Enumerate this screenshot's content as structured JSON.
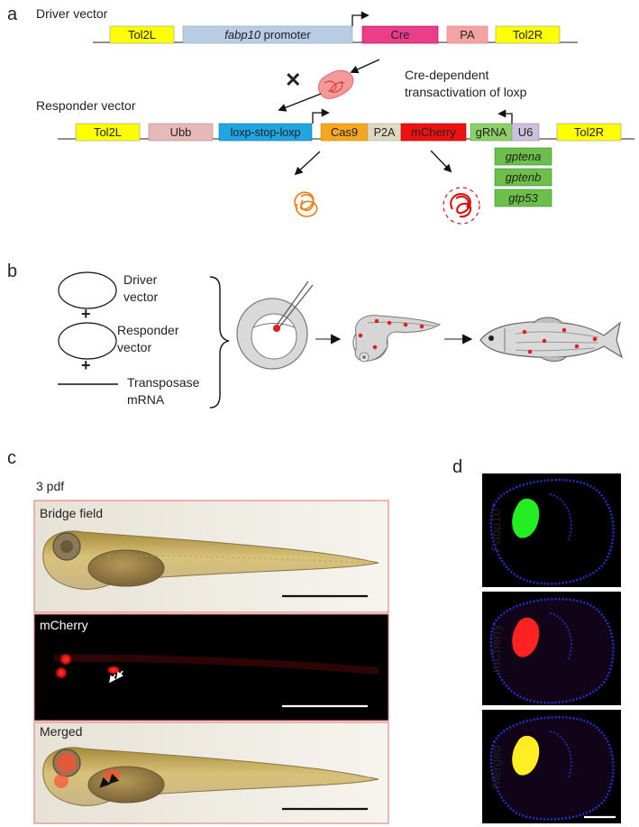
{
  "panels": {
    "a": {
      "letter": "a",
      "driver_title": "Driver vector",
      "responder_title": "Responder vector",
      "cross_symbol": "✕",
      "annotation_line1": "Cre-dependent",
      "annotation_line2": "transactivation of loxp",
      "driver_boxes": {
        "tol2l": "Tol2L",
        "promoter_italic": "fabp10",
        "promoter_rest": " promoter",
        "cre": "Cre",
        "pa": "PA",
        "tol2r": "Tol2R"
      },
      "responder_boxes": {
        "tol2l": "Tol2L",
        "ubb": "Ubb",
        "loxp": "loxp-stop-loxp",
        "cas9": "Cas9",
        "p2a": "P2A",
        "mcherry": "mCherry",
        "grna": "gRNA",
        "u6": "U6",
        "tol2r": "Tol2R"
      },
      "grna_targets": [
        "gptena",
        "gptenb",
        "gtp53"
      ],
      "colors": {
        "tol2": "#ffff00",
        "promoter": "#b8cce4",
        "cre": "#e83e8c",
        "pa": "#f4a3a3",
        "ubb": "#e6b8b7",
        "loxp": "#1fa6e0",
        "cas9": "#f5a623",
        "p2a": "#ddd9c3",
        "mcherry": "#ee1111",
        "grna": "#8fcf6a",
        "u6": "#ccc0da",
        "target": "#6cc04a"
      }
    },
    "b": {
      "letter": "b",
      "driver_line1": "Driver",
      "driver_line2": "vector",
      "responder_line1": "Responder",
      "responder_line2": "vector",
      "transposase_line1": "Transposase",
      "transposase_line2": "mRNA",
      "plus": "+"
    },
    "c": {
      "letter": "c",
      "stage": "3 pdf",
      "labels": [
        "Bridge field",
        "mCherry",
        "Merged"
      ]
    },
    "d": {
      "letter": "d",
      "labels": [
        "Fabp10",
        "mCherry",
        "Merged"
      ]
    }
  }
}
